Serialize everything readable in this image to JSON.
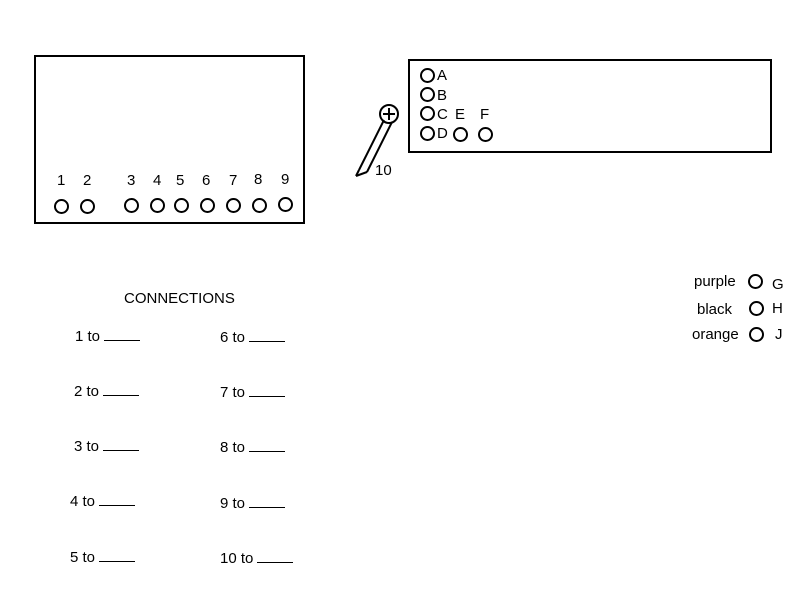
{
  "left_terminal_labels": [
    "1",
    "2",
    "3",
    "4",
    "5",
    "6",
    "7",
    "8",
    "9"
  ],
  "right_terminal_labels": {
    "A": "A",
    "B": "B",
    "C": "C",
    "D": "D",
    "E": "E",
    "F": "F"
  },
  "probe_label": "10",
  "wires": [
    {
      "color_name": "purple",
      "terminal": "G"
    },
    {
      "color_name": "black",
      "terminal": "H"
    },
    {
      "color_name": "orange",
      "terminal": "J"
    }
  ],
  "connections": {
    "title": "CONNECTIONS",
    "left_column": [
      "1 to",
      "2 to",
      "3 to",
      "4 to",
      "5 to"
    ],
    "right_column": [
      "6 to",
      "7 to",
      "8 to",
      "9 to",
      "10 to"
    ]
  },
  "colors": {
    "line": "#000000",
    "background": "#ffffff"
  }
}
